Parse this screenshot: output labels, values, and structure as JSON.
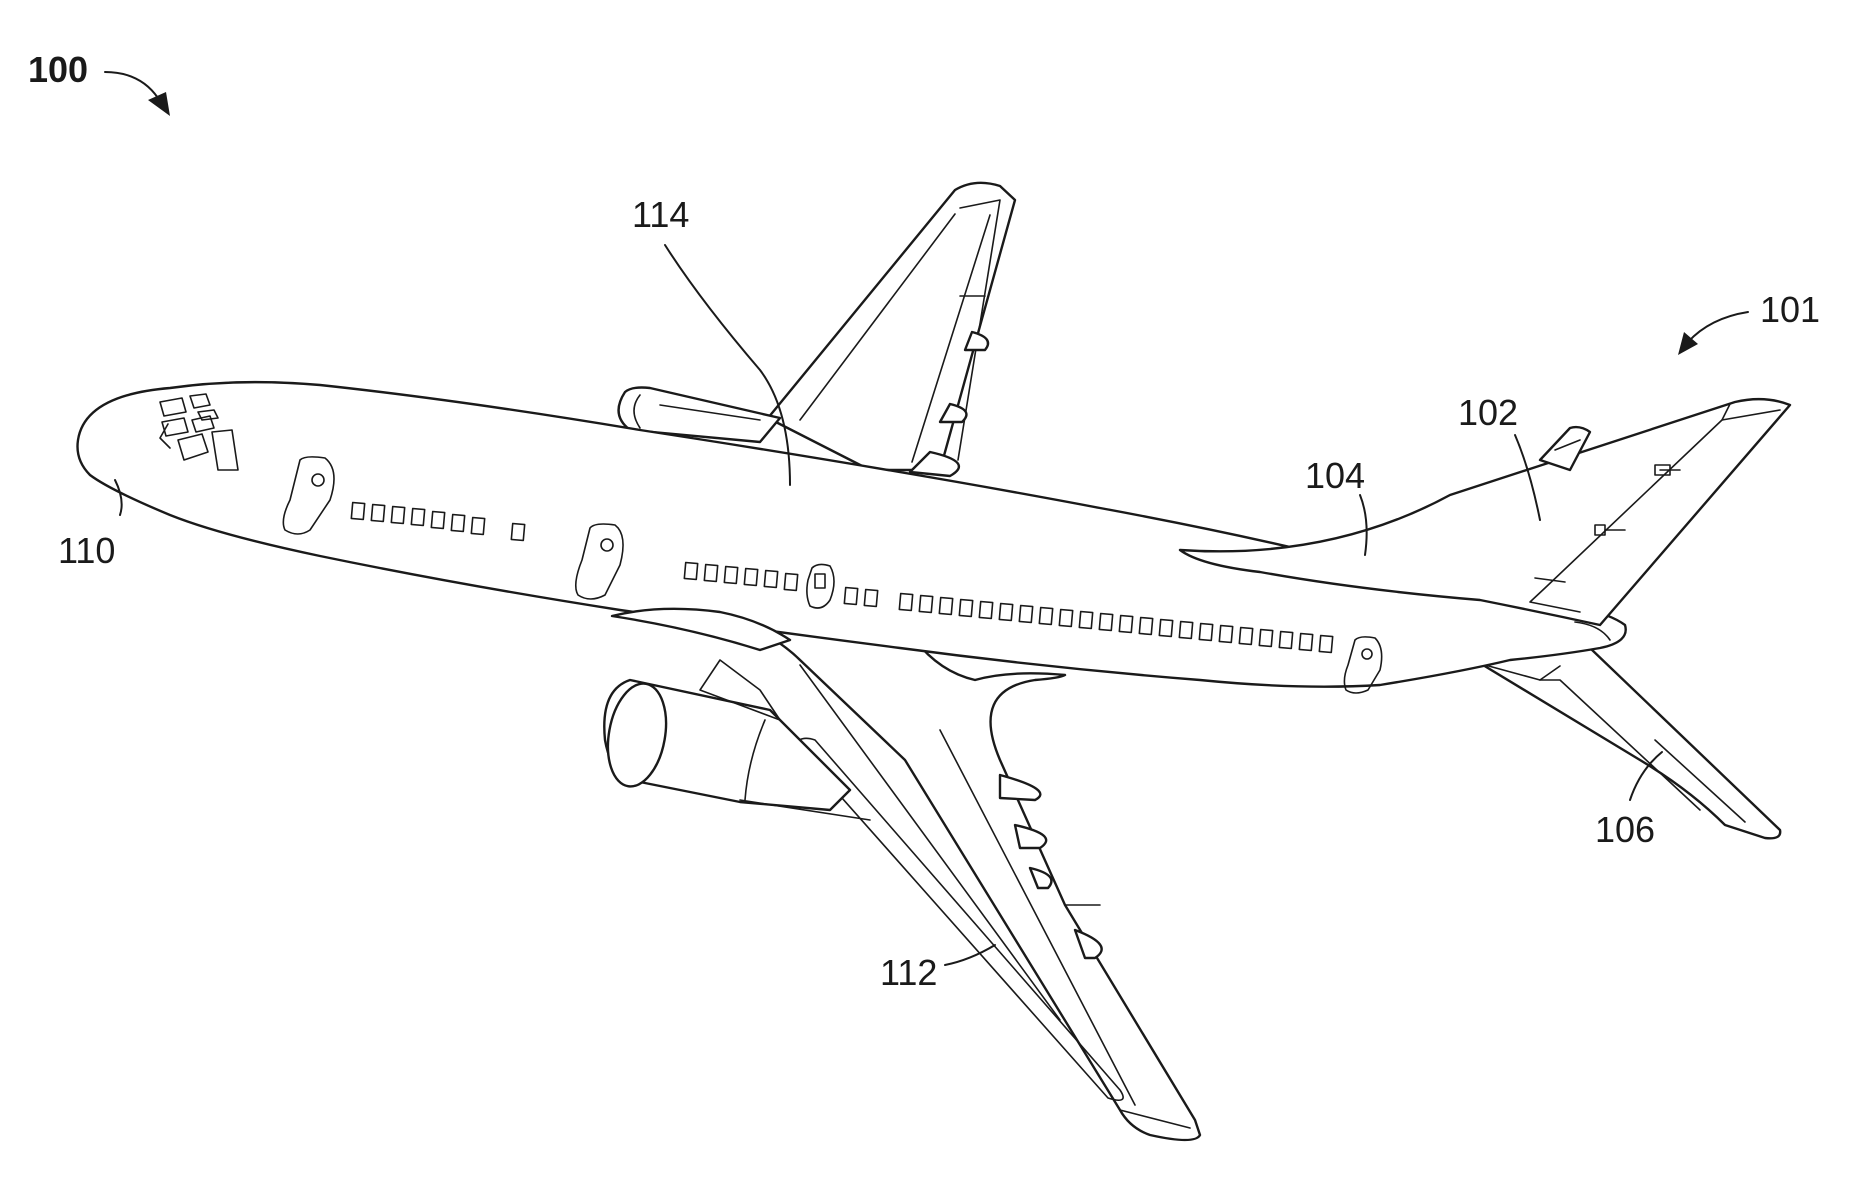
{
  "figure": {
    "main_reference": "100",
    "labels": {
      "tail_assembly": "101",
      "vertical_stabilizer": "102",
      "dorsal_fin": "104",
      "horizontal_stabilizer": "106",
      "nose": "110",
      "lower_wing": "112",
      "upper_wing": "114"
    }
  }
}
